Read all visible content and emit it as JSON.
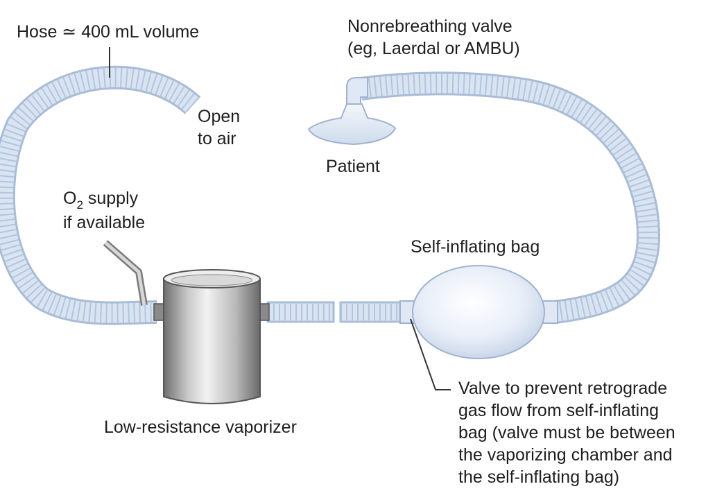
{
  "labels": {
    "hose_volume": "Hose ≃ 400 mL volume",
    "valve_line1": "Nonrebreathing valve",
    "valve_line2": "(eg, Laerdal or AMBU)",
    "open_line1": "Open",
    "open_line2": "to air",
    "patient": "Patient",
    "o2_o": "O",
    "o2_sub": "2",
    "o2_rest": " supply",
    "o2_line2": "if available",
    "bag": "Self-inflating bag",
    "vaporizer": "Low-resistance vaporizer",
    "retro_line1": "Valve to prevent retrograde",
    "retro_line2": "gas flow from self-inflating",
    "retro_line3": "bag (valve must be between",
    "retro_line4": "the vaporizing chamber and",
    "retro_line5": "the self-inflating bag)"
  },
  "colors": {
    "hose_fill": "#d9e4f2",
    "hose_edge": "#a9bcd6",
    "hose_rib": "#bccbe0",
    "vaporizer_light": "#eeeeee",
    "vaporizer_dark": "#7c7c7c",
    "bag_fill": "#e3ebf6",
    "leader_line": "#333333"
  }
}
